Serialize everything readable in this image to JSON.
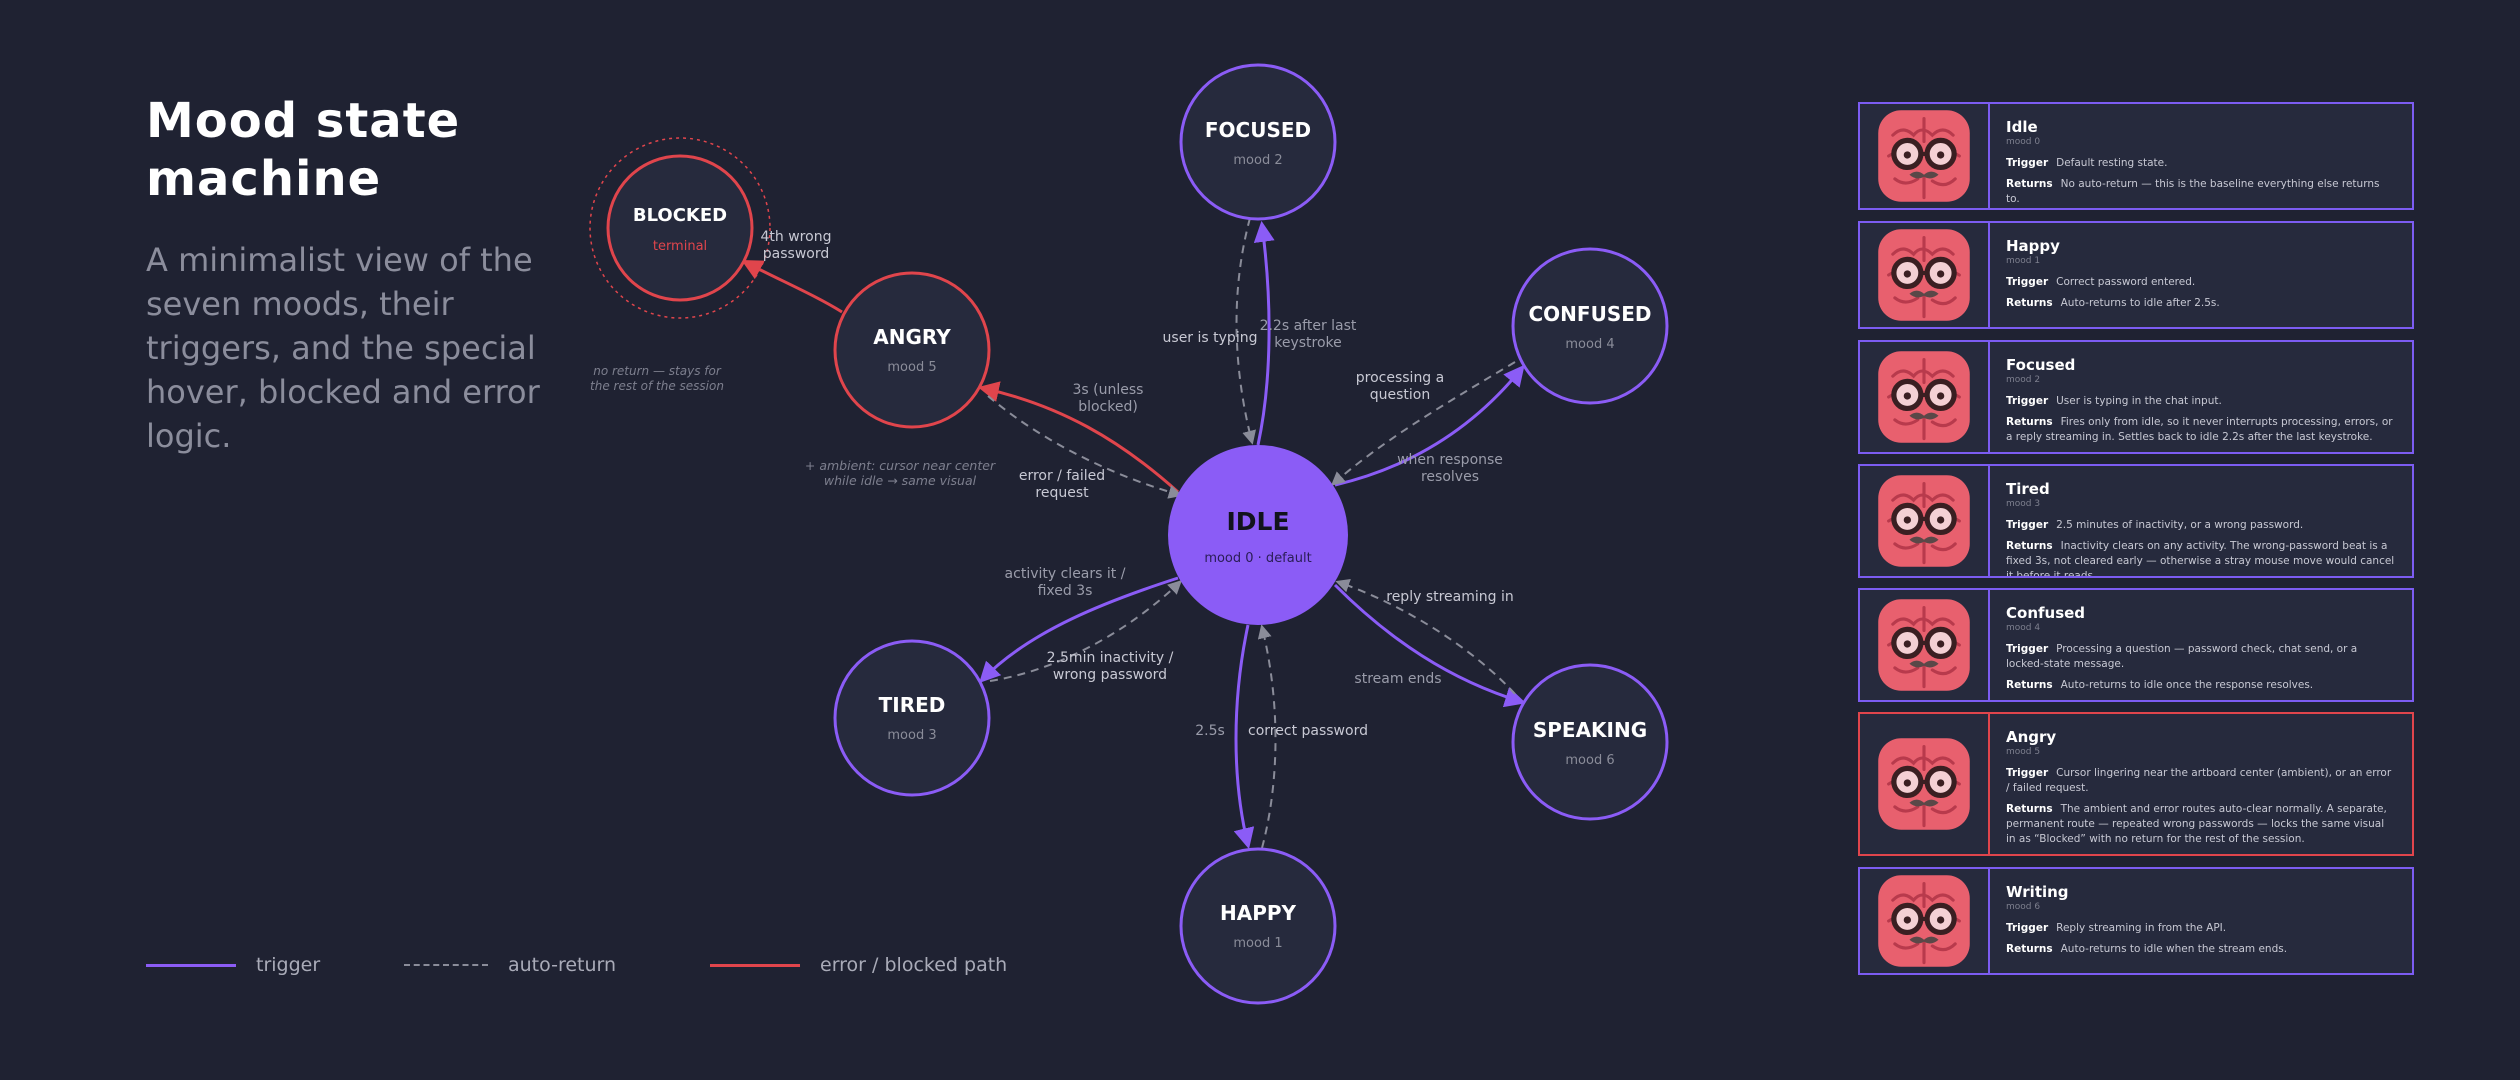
{
  "title": "Mood state machine",
  "subtitle": "A minimalist view of the seven moods, their triggers, and the special hover, blocked and error logic.",
  "legend": {
    "trigger": "trigger",
    "auto_return": "auto-return",
    "error": "error / blocked path"
  },
  "colors": {
    "trigger": "#8b5cf6",
    "auto_return": "#8a8c99",
    "error": "#e0454c",
    "node_fill": "#262a3d",
    "idle_fill": "#8b5cf6"
  },
  "nodes": [
    {
      "id": "idle",
      "label": "IDLE",
      "sub": "mood 0 · default"
    },
    {
      "id": "focused",
      "label": "FOCUSED",
      "sub": "mood 2"
    },
    {
      "id": "confused",
      "label": "CONFUSED",
      "sub": "mood 4"
    },
    {
      "id": "speaking",
      "label": "SPEAKING",
      "sub": "mood 6"
    },
    {
      "id": "happy",
      "label": "HAPPY",
      "sub": "mood 1"
    },
    {
      "id": "tired",
      "label": "TIRED",
      "sub": "mood 3"
    },
    {
      "id": "angry",
      "label": "ANGRY",
      "sub": "mood 5"
    },
    {
      "id": "blocked",
      "label": "BLOCKED",
      "sub": "terminal"
    }
  ],
  "edge_labels": {
    "focus_trigger": "user is typing",
    "focus_return": "2.2s after last keystroke",
    "confused_trigger": "processing a question",
    "confused_return": "when response resolves",
    "speaking_trigger": "reply streaming in",
    "speaking_return": "stream ends",
    "happy_trigger": "correct password",
    "happy_return": "2.5s",
    "tired_trigger": "2.5min inactivity / wrong password",
    "tired_return": "activity clears it / fixed 3s",
    "angry_trigger": "error / failed request",
    "angry_return": "3s (unless blocked)",
    "blocked_trigger": "4th wrong password"
  },
  "notes": {
    "ambient": "+ ambient: cursor near center while idle → same visual",
    "no_return": "no return — stays for the rest of the session"
  },
  "cards": [
    {
      "name": "Idle",
      "mood": "mood 0",
      "trigger": "Default resting state.",
      "returns": "No auto-return — this is the baseline everything else returns to.",
      "red": false
    },
    {
      "name": "Happy",
      "mood": "mood 1",
      "trigger": "Correct password entered.",
      "returns": "Auto-returns to idle after 2.5s.",
      "red": false
    },
    {
      "name": "Focused",
      "mood": "mood 2",
      "trigger": "User is typing in the chat input.",
      "returns": "Fires only from idle, so it never interrupts processing, errors, or a reply streaming in. Settles back to idle 2.2s after the last keystroke.",
      "red": false
    },
    {
      "name": "Tired",
      "mood": "mood 3",
      "trigger": "2.5 minutes of inactivity, or a wrong password.",
      "returns": "Inactivity clears on any activity. The wrong-password beat is a fixed 3s, not cleared early — otherwise a stray mouse move would cancel it before it reads.",
      "red": false
    },
    {
      "name": "Confused",
      "mood": "mood 4",
      "trigger": "Processing a question — password check, chat send, or a locked-state message.",
      "returns": "Auto-returns to idle once the response resolves.",
      "red": false
    },
    {
      "name": "Angry",
      "mood": "mood 5",
      "trigger": "Cursor lingering near the artboard center (ambient), or an error / failed request.",
      "returns": "The ambient and error routes auto-clear normally. A separate, permanent route — repeated wrong passwords — locks the same visual in as “Blocked” with no return for the rest of the session.",
      "red": true
    },
    {
      "name": "Writing",
      "mood": "mood 6",
      "trigger": "Reply streaming in from the API.",
      "returns": "Auto-returns to idle when the stream ends.",
      "red": false
    }
  ],
  "card_labels": {
    "trigger": "Trigger",
    "returns": "Returns"
  },
  "icons": {
    "brain": "brain-with-glasses-icon"
  }
}
